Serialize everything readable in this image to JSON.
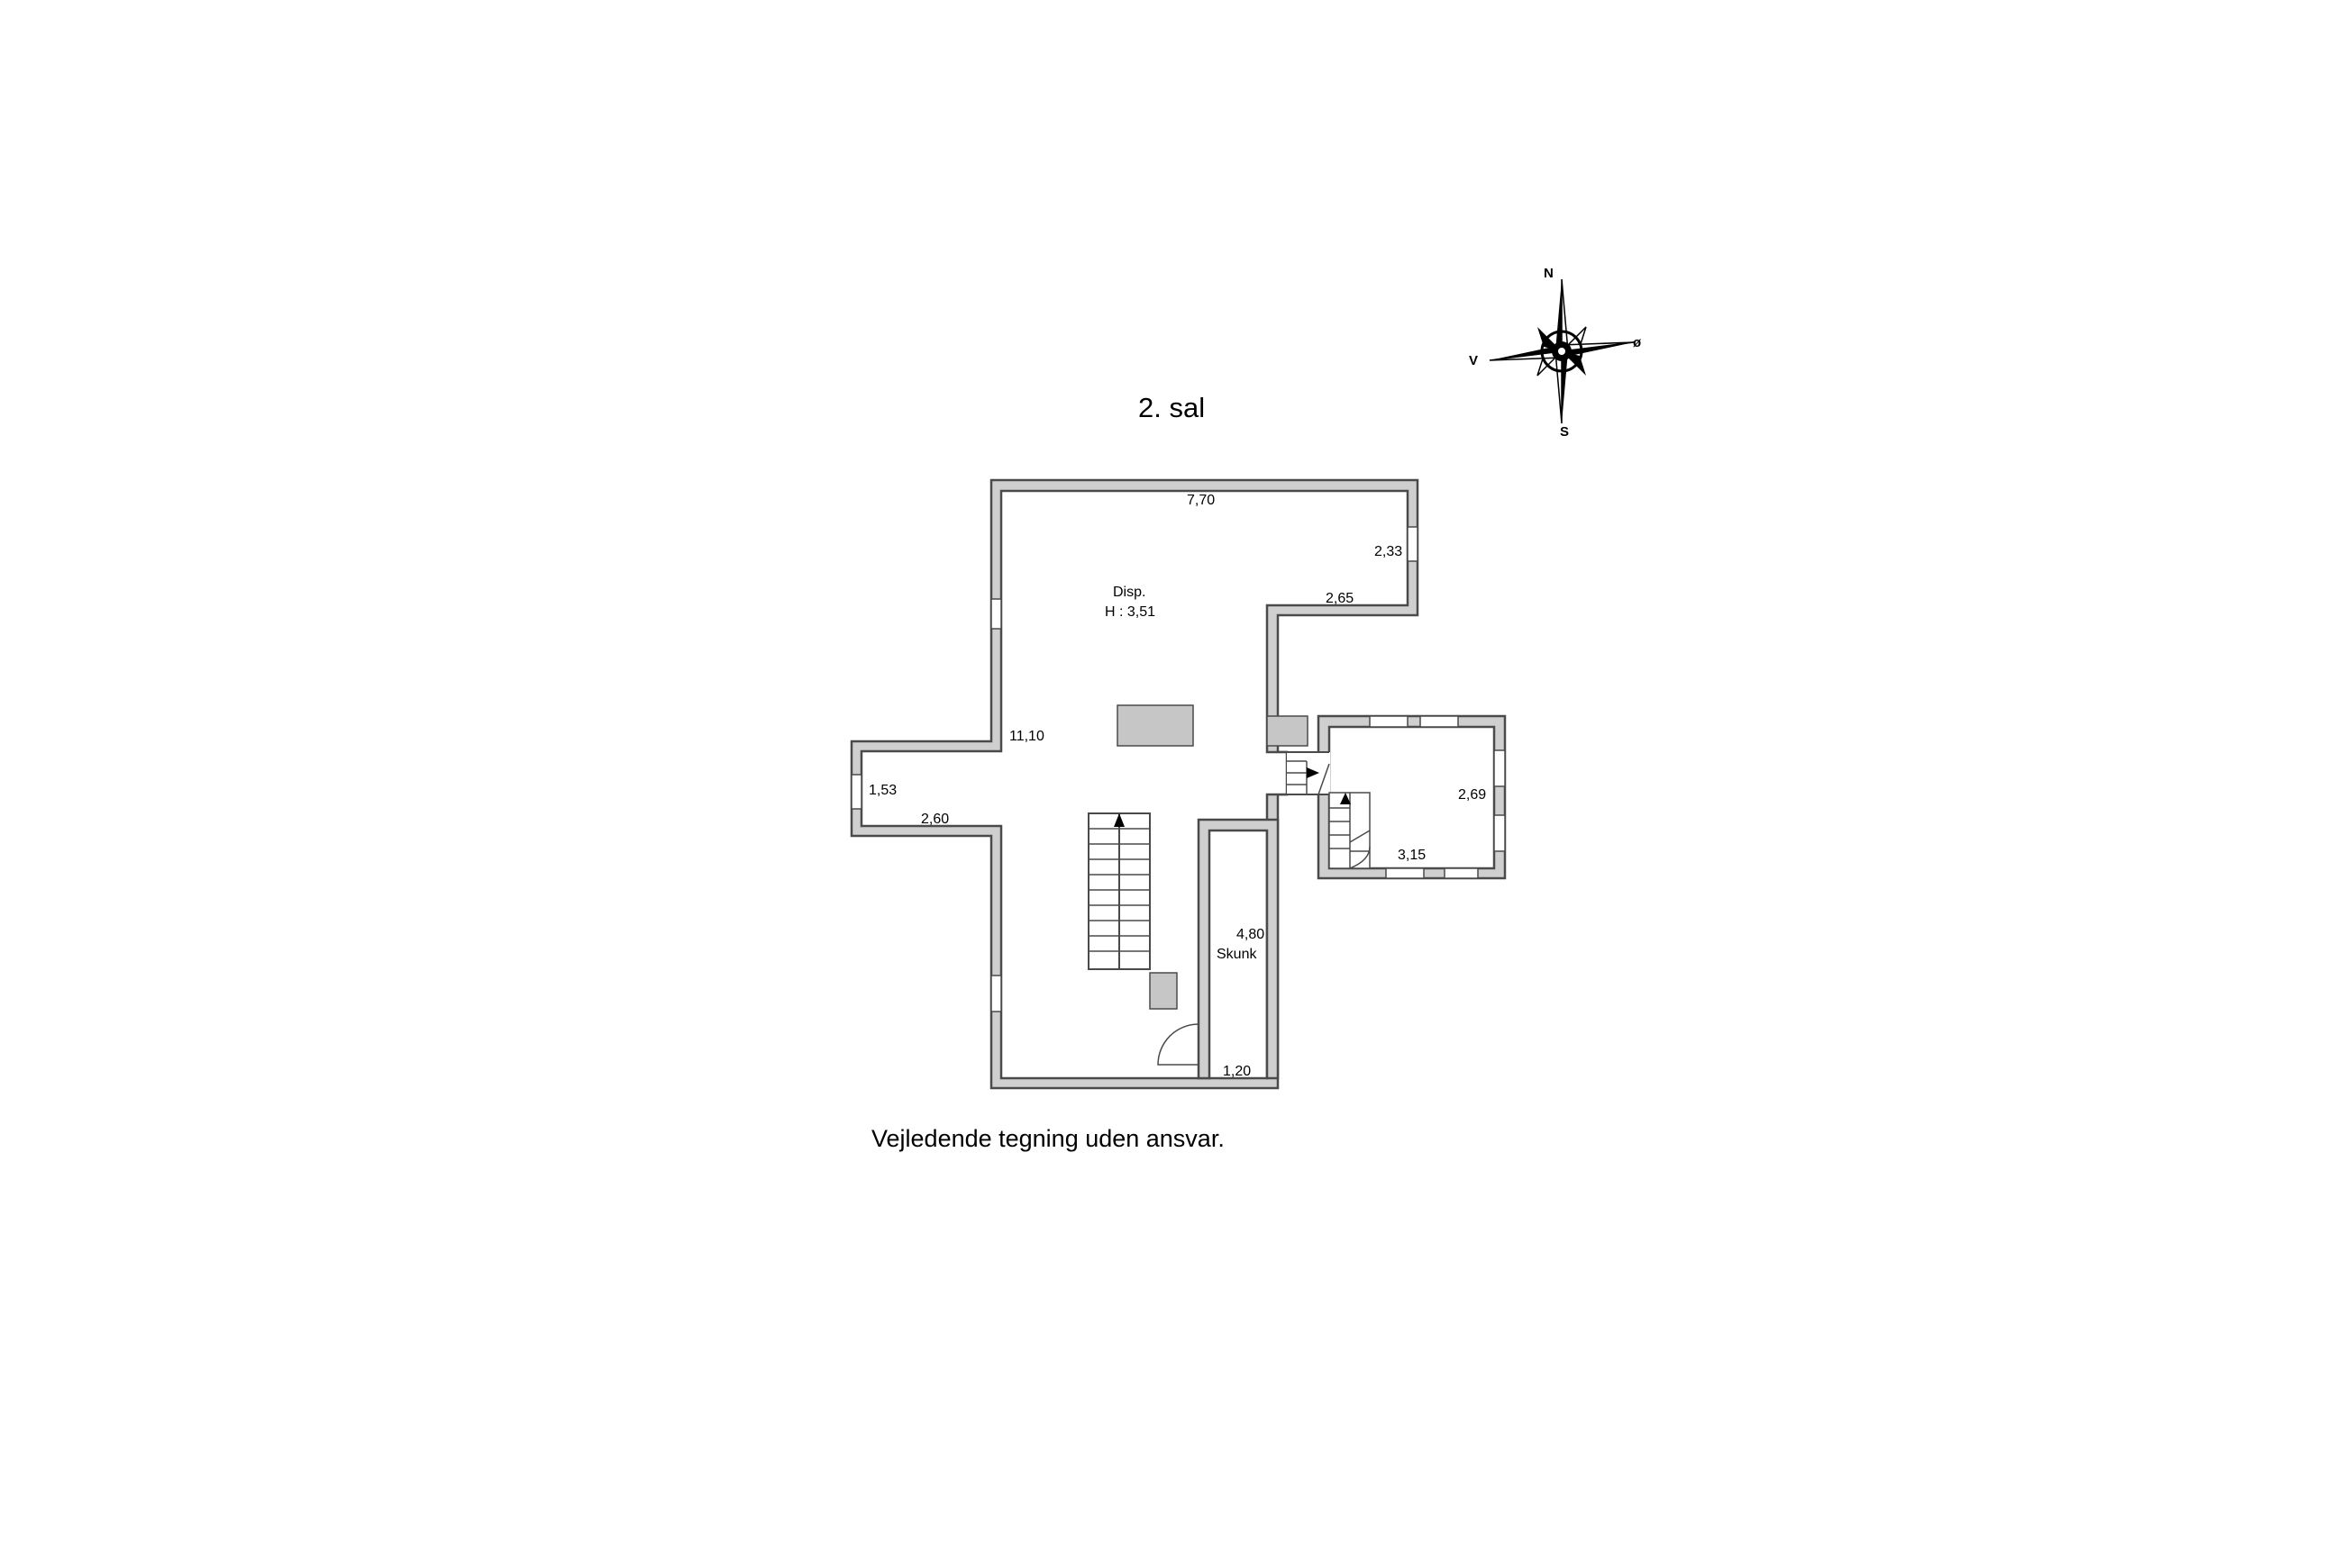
{
  "floor_title": "2. sal",
  "disclaimer": "Vejledende tegning uden ansvar.",
  "compass": {
    "north": "N",
    "east": "ø",
    "south": "S",
    "west": "V"
  },
  "rooms": {
    "main": {
      "name": "Disp.",
      "height": "H : 3,51"
    },
    "crawl": {
      "name": "Skunk"
    }
  },
  "dimensions": {
    "top_width": "7,70",
    "right_upper": "2,33",
    "step_width": "2,65",
    "main_depth": "11,10",
    "left_bay_height": "1,53",
    "left_bay_width": "2,60",
    "annex_height": "2,69",
    "annex_width": "3,15",
    "crawl_length": "4,80",
    "crawl_width": "1,20"
  }
}
